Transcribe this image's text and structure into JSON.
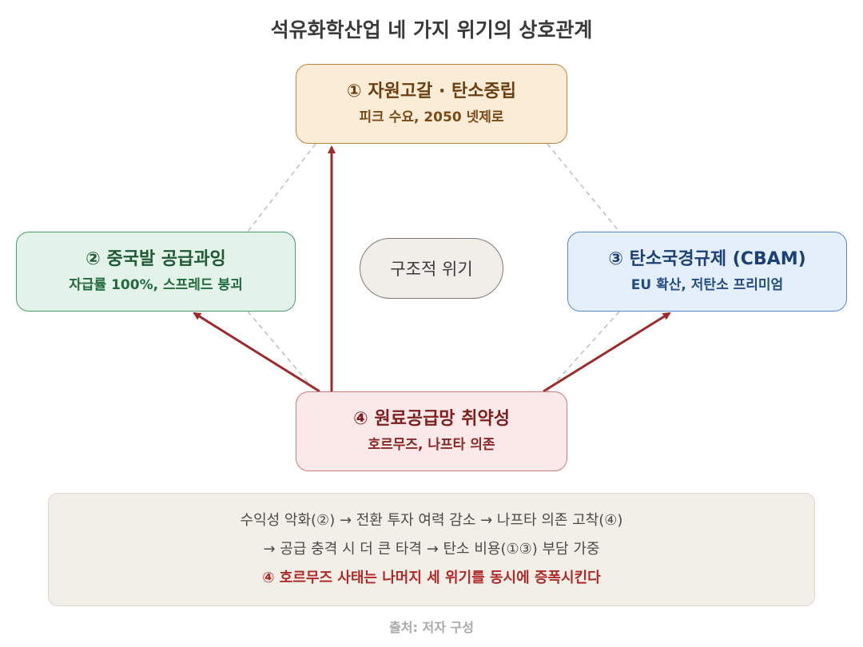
{
  "title": "석유화학산업 네 가지 위기의 상호관계",
  "nodes": {
    "n1": {
      "head": "① 자원고갈 · 탄소중립",
      "sub": "피크 수요, 2050 넷제로"
    },
    "n2": {
      "head": "② 중국발 공급과잉",
      "sub": "자급률 100%, 스프레드 붕괴"
    },
    "n3": {
      "head": "③ 탄소국경규제 (CBAM)",
      "sub": "EU 확산, 저탄소 프리미엄"
    },
    "n4": {
      "head": "④ 원료공급망 취약성",
      "sub": "호르무즈, 나프타 의존"
    }
  },
  "center_label": "구조적 위기",
  "summary": {
    "line1": "수익성 악화(②) → 전환 투자 여력 감소 → 나프타 의존 고착(④)",
    "line2": "→ 공급 충격 시 더 큰 타격 → 탄소 비용(①③) 부담 가중",
    "line3": "④ 호르무즈 사태는 나머지 세 위기를 동시에 증폭시킨다"
  },
  "source": "출처: 저자 구성",
  "colors": {
    "arrow": "#9e2a2b",
    "dashed": "#bdbdbd",
    "n1_bg": "#fbecd7",
    "n2_bg": "#e3f3ea",
    "n3_bg": "#e4effb",
    "n4_bg": "#fbe8e8",
    "emphasis_text": "#b02a2a"
  }
}
